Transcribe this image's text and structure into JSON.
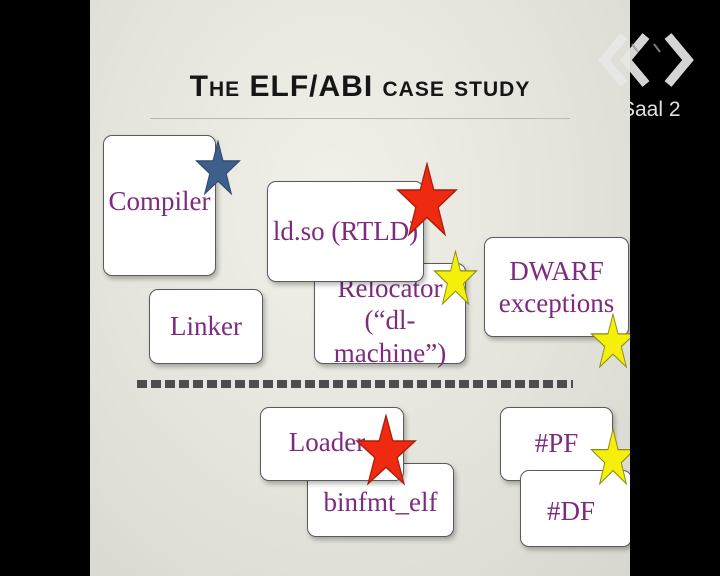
{
  "title": "The ELF/ABI case study",
  "boxes": {
    "compiler": "Compiler",
    "ldso": "ld.so (RTLD)",
    "relocator_line1": "Relocator",
    "relocator_line2": "(“dl-machine”)",
    "dwarf_line1": "DWARF",
    "dwarf_line2": "exceptions",
    "linker": "Linker",
    "loader": "Loader",
    "binfmt": "binfmt_elf",
    "pf": "#PF",
    "df": "#DF"
  },
  "colors": {
    "box_text": "#7e2a7f",
    "star_blue": "#3d5f8c",
    "star_red": "#ef2a10",
    "star_yellow": "#f5ef0c"
  },
  "overlay": {
    "channel_label": "Saal 2",
    "logo_icon": "ccc-logo-icon"
  }
}
